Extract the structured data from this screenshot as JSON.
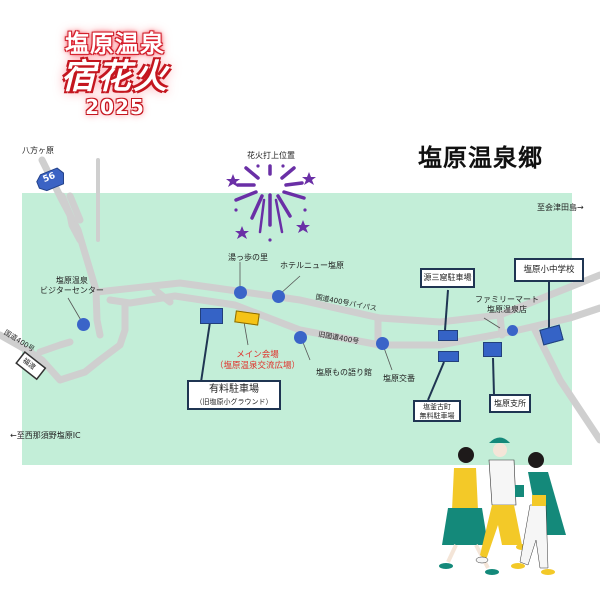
{
  "logo": {
    "line1": "塩原温泉",
    "line2": "宿花火",
    "line3": "2025",
    "color": "#d81b2c"
  },
  "map": {
    "title": "塩原温泉郷",
    "background_color": "#c3eed8",
    "road_color": "#cfcfcf",
    "marker_color": "#3a64c8",
    "venue_color": "#f5c316",
    "directions": {
      "north_west": "八方ヶ原",
      "east": "至会津田島→",
      "south_west": "←至西那須野塩原IC"
    },
    "route_shields": {
      "prefectural": "56",
      "road_sign": "福渡"
    },
    "roads": {
      "bypass": "国道400号バイパス",
      "old_road": "旧国道400号",
      "national": "国道400号"
    },
    "fireworks": {
      "label": "花火打上位置",
      "color": "#6a2fa6"
    },
    "landmarks": [
      {
        "label_line1": "塩原温泉",
        "label_line2": "ビジターセンター"
      },
      {
        "label_line1": "湯っ歩の里"
      },
      {
        "label_line1": "ホテルニュー塩原"
      },
      {
        "label_line1": "塩原もの語り館"
      },
      {
        "label_line1": "塩原交番"
      },
      {
        "label_line1": "ファミリーマート",
        "label_line2": "塩原温泉店"
      }
    ],
    "main_venue": {
      "line1": "メイン会場",
      "line2": "（塩原温泉交流広場）"
    },
    "boxes": {
      "paid_parking": {
        "line1": "有料駐車場",
        "line2": "（旧塩原小グラウンド）"
      },
      "genzaburo_parking": {
        "line1": "源三窟駐車場"
      },
      "school": {
        "line1": "塩原小中学校"
      },
      "free_parking": {
        "line1": "塩釜古町",
        "line2": "無料駐車場"
      },
      "branch_office": {
        "line1": "塩原支所"
      }
    }
  },
  "illustration": {
    "description": "three people walking",
    "colors": {
      "teal": "#14897a",
      "yellow": "#f3c928",
      "white": "#ffffff"
    }
  }
}
